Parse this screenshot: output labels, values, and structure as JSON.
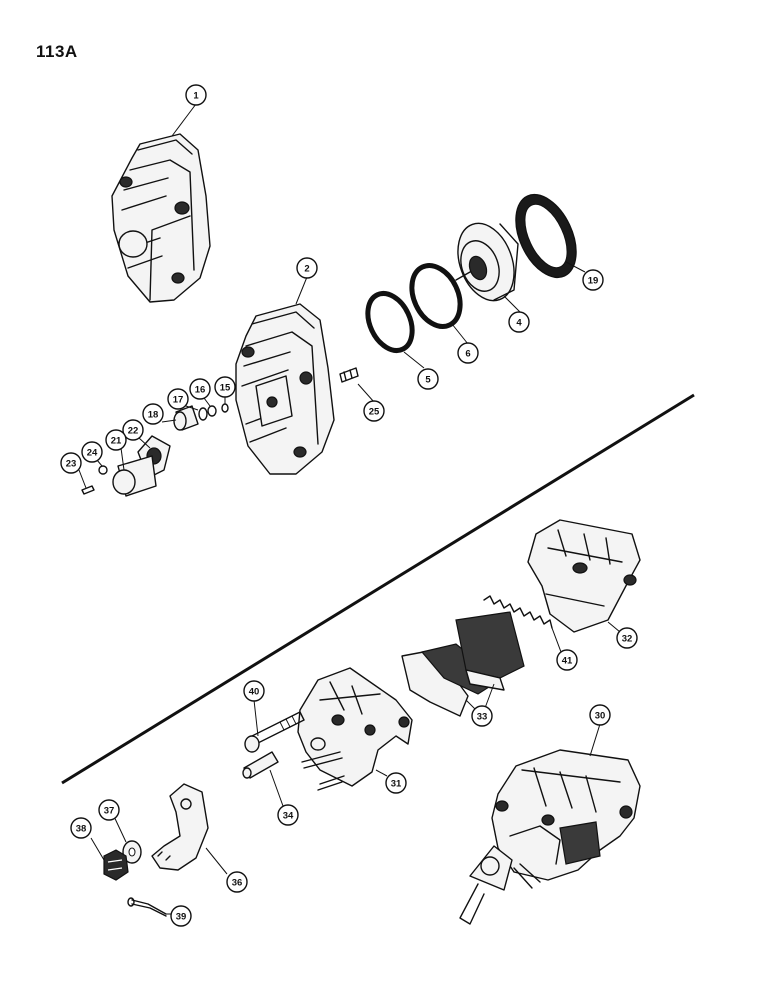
{
  "page_number": "113A",
  "callouts": [
    {
      "id": "c1",
      "label": "1"
    },
    {
      "id": "c2",
      "label": "2"
    },
    {
      "id": "c19",
      "label": "19"
    },
    {
      "id": "c4",
      "label": "4"
    },
    {
      "id": "c6",
      "label": "6"
    },
    {
      "id": "c5",
      "label": "5"
    },
    {
      "id": "c25",
      "label": "25"
    },
    {
      "id": "c15",
      "label": "15"
    },
    {
      "id": "c16",
      "label": "16"
    },
    {
      "id": "c17",
      "label": "17"
    },
    {
      "id": "c18",
      "label": "18"
    },
    {
      "id": "c22",
      "label": "22"
    },
    {
      "id": "c21",
      "label": "21"
    },
    {
      "id": "c24",
      "label": "24"
    },
    {
      "id": "c23",
      "label": "23"
    },
    {
      "id": "c32",
      "label": "32"
    },
    {
      "id": "c41",
      "label": "41"
    },
    {
      "id": "c33",
      "label": "33"
    },
    {
      "id": "c40",
      "label": "40"
    },
    {
      "id": "c30",
      "label": "30"
    },
    {
      "id": "c31",
      "label": "31"
    },
    {
      "id": "c34",
      "label": "34"
    },
    {
      "id": "c37",
      "label": "37"
    },
    {
      "id": "c38",
      "label": "38"
    },
    {
      "id": "c36",
      "label": "36"
    },
    {
      "id": "c39",
      "label": "39"
    }
  ]
}
